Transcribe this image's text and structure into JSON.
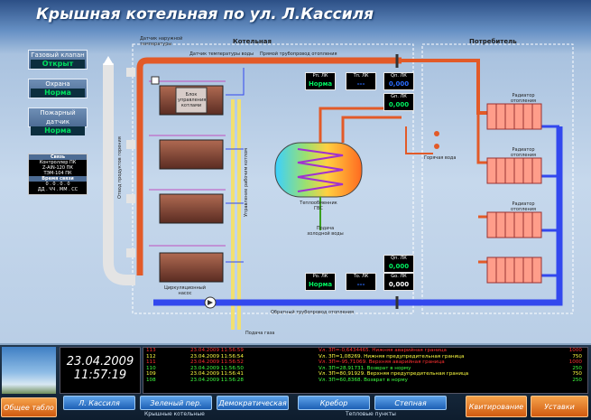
{
  "app_title": "Крышная котельная по ул. Л.Кассиля",
  "sections": {
    "boiler_room": "Котельная",
    "consumer": "Потребитель"
  },
  "left_panels": [
    {
      "label": "Газовый клапан",
      "value": "Открыт"
    },
    {
      "label": "Охрана",
      "value": "Норма"
    },
    {
      "label": "Пожарный датчик",
      "value": "Норма"
    }
  ],
  "comms": {
    "title": "Связь",
    "controllers": [
      "Контроллер ПК",
      "Z-AIN-120 ПК",
      "ТЭМ-104 ПК"
    ],
    "time_title": "Время связи",
    "time_values": "0 . 0 . 0 . 0",
    "time_units": "ДД . ЧЧ . ММ . СС"
  },
  "labels": {
    "outdoor_sensor": "Датчик наружной температуры",
    "water_sensor": "Датчик температуры воды",
    "supply_line": "Прямой трубопровод отопления",
    "return_line": "Обратный трубопровод отопления",
    "gas_supply": "Подача газа",
    "pump": "Циркуляционный насос",
    "heat_exchanger": "Теплообменник ГВС",
    "cold_water": "Подача холодной воды",
    "hot_water": "Горячая вода",
    "flue": "Отвод продуктов горения",
    "control_block": "Блок управления котлами",
    "working_control": "Управление рабочим котлом",
    "radiator": "Радиатор отопления"
  },
  "meters_top": [
    {
      "name": "Рп. ЛК",
      "value": "Норма",
      "color": "g"
    },
    {
      "name": "Тп. ЛК",
      "value": "---",
      "color": "b"
    },
    {
      "name": "Qп. ЛК",
      "value": "0,000",
      "color": "b"
    }
  ],
  "meter_g_top": {
    "name": "Gп. ЛК",
    "value": "0,000"
  },
  "meters_bottom": [
    {
      "name": "Ро. ЛК",
      "value": "Норма",
      "color": "g"
    },
    {
      "name": "То. ЛК",
      "value": "---",
      "color": "b"
    },
    {
      "name": "Gо. ЛК",
      "value": "0,000",
      "color": "c"
    }
  ],
  "meter_q_bottom": {
    "name": "Qп. ЛК",
    "value": "0,000"
  },
  "clock": {
    "date": "23.04.2009",
    "time": "11:57:19"
  },
  "log": [
    {
      "id": "113",
      "time": "23.04.2009 11:56:59",
      "msg": "Vл. ЗП=-0,6434465. Нижняя аварийная граница",
      "val": "1000",
      "color": "#ff3030"
    },
    {
      "id": "112",
      "time": "23.04.2009 11:56:54",
      "msg": "Vл. ЗП=1,08269. Нижняя предупредительная граница",
      "val": "750",
      "color": "#ffff40"
    },
    {
      "id": "111",
      "time": "23.04.2009 11:56:52",
      "msg": "Vл. ЗП=-95,71069. Верхняя аварийная граница",
      "val": "1000",
      "color": "#ff3030"
    },
    {
      "id": "110",
      "time": "23.04.2009 11:56:50",
      "msg": "Vл. ЗП=28,91731. Возврат в норму",
      "val": "250",
      "color": "#40ff40"
    },
    {
      "id": "109",
      "time": "23.04.2009 11:56:41",
      "msg": "Vл. ЗП=80,91929. Верхняя предупредительная граница",
      "val": "750",
      "color": "#ffff40"
    },
    {
      "id": "108",
      "time": "23.04.2009 11:56:28",
      "msg": "Vл. ЗП=60,8368. Возврат в норму",
      "val": "250",
      "color": "#40ff40"
    }
  ],
  "buttons": {
    "general": "Общее табло",
    "kassil": "Л. Кассиля",
    "green": "Зеленый пер.",
    "democrat": "Демократическая",
    "krebor": "Кребор",
    "stepnaya": "Степная",
    "ack": "Квитирование",
    "settings": "Уставки"
  },
  "groups": {
    "roof": "Крышные котельные",
    "heat": "Тепловые пункты"
  }
}
